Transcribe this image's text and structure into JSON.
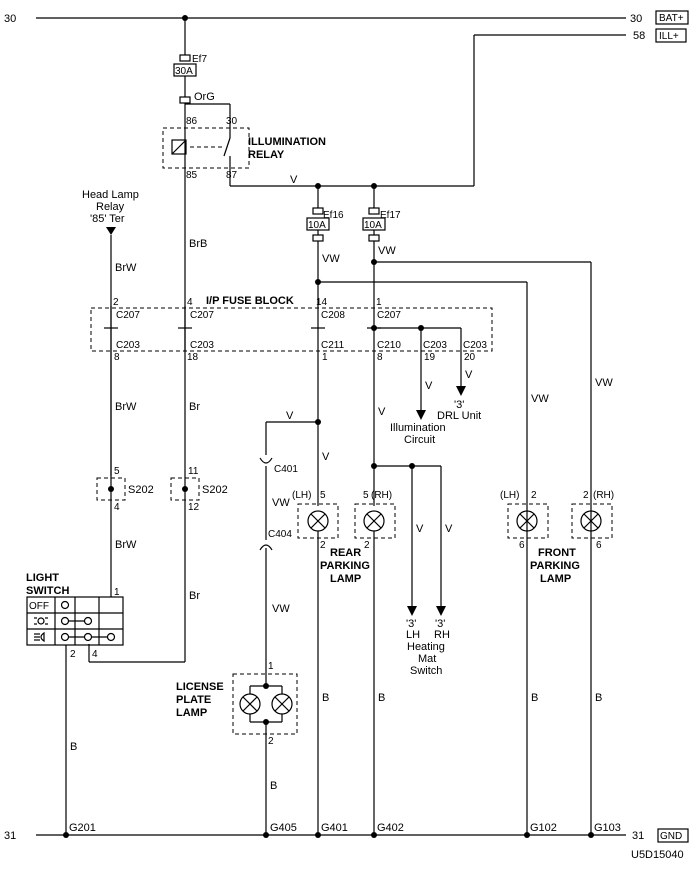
{
  "rails": {
    "bat": {
      "num": "30",
      "num_right": "30",
      "tag": "BAT+"
    },
    "ill": {
      "num": "58",
      "tag": "ILL+"
    },
    "gnd": {
      "num": "31",
      "num_right": "31",
      "tag": "GND"
    }
  },
  "fuses": {
    "ef7": {
      "name": "Ef7",
      "rating": "30A"
    },
    "ef16": {
      "name": "Ef16",
      "rating": "10A"
    },
    "ef17": {
      "name": "Ef17",
      "rating": "10A"
    }
  },
  "relay": {
    "title_line1": "ILLUMINATION",
    "title_line2": "RELAY",
    "pins": {
      "p86": "86",
      "p30": "30",
      "p85": "85",
      "p87": "87"
    }
  },
  "wires": {
    "org": "OrG",
    "v": "V",
    "vw": "VW",
    "brw": "BrW",
    "brb": "BrB",
    "br": "Br",
    "b": "B"
  },
  "headlamp_relay": {
    "line1": "Head Lamp",
    "line2": "Relay",
    "line3": "'85' Ter"
  },
  "fuse_block": {
    "title": "I/P FUSE BLOCK",
    "upper": [
      {
        "pin": "2",
        "conn": "C207"
      },
      {
        "pin": "4",
        "conn": "C207"
      },
      {
        "pin": "14",
        "conn": "C208"
      },
      {
        "pin": "1",
        "conn": "C207"
      }
    ],
    "lower": [
      {
        "pin": "8",
        "conn": "C203"
      },
      {
        "pin": "18",
        "conn": "C203"
      },
      {
        "pin": "1",
        "conn": "C211"
      },
      {
        "pin": "8",
        "conn": "C210"
      },
      {
        "pin": "19",
        "conn": "C203"
      },
      {
        "pin": "20",
        "conn": "C203"
      }
    ]
  },
  "destinations": {
    "illum_line1": "Illumination",
    "illum_line2": "Circuit",
    "drl_line1": "'3'",
    "drl_line2": "DRL Unit",
    "heat_lh": "'3'",
    "heat_lh2": "LH",
    "heat_rh": "'3'",
    "heat_rh2": "RH",
    "heat_line1": "Heating",
    "heat_line2": "Mat",
    "heat_line3": "Switch"
  },
  "splices": {
    "s202a": {
      "name": "S202",
      "top": "5",
      "bot": "4"
    },
    "s202b": {
      "name": "S202",
      "top": "11",
      "bot": "12"
    }
  },
  "connectors": {
    "c401": "C401",
    "c404": "C404"
  },
  "rear_lamp": {
    "title_line1": "REAR",
    "title_line2": "PARKING",
    "title_line3": "LAMP",
    "lh": "(LH)",
    "rh": "(RH)",
    "lh_top": "5",
    "rh_top": "5",
    "lh_bot": "2",
    "rh_bot": "2"
  },
  "front_lamp": {
    "title_line1": "FRONT",
    "title_line2": "PARKING",
    "title_line3": "LAMP",
    "lh": "(LH)",
    "rh": "(RH)",
    "lh_top": "2",
    "rh_top": "2",
    "lh_bot": "6",
    "rh_bot": "6"
  },
  "license_lamp": {
    "title_line1": "LICENSE",
    "title_line2": "PLATE",
    "title_line3": "LAMP",
    "top": "1",
    "bot": "2"
  },
  "light_switch": {
    "title_line1": "LIGHT",
    "title_line2": "SWITCH",
    "off_label": "OFF",
    "pin1": "1",
    "pin2": "2",
    "pin4": "4"
  },
  "grounds": [
    "G201",
    "G405",
    "G401",
    "G402",
    "G102",
    "G103"
  ],
  "diagram_id": "U5D15040"
}
